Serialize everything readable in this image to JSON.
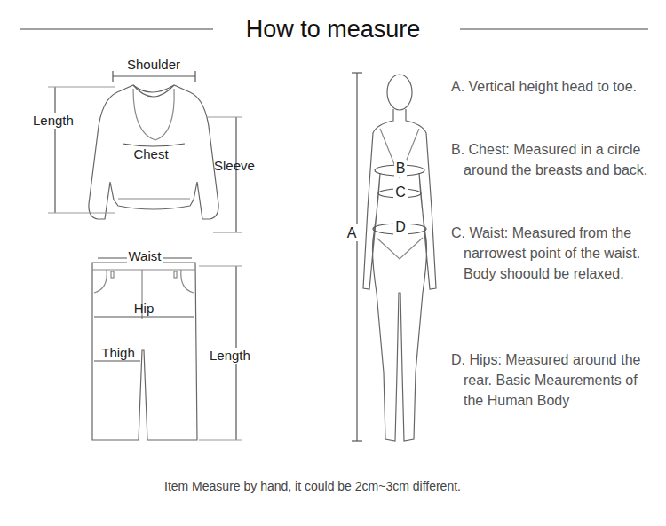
{
  "diagram": {
    "title": "How to measure",
    "caption": "Item Measure by hand, it could be 2cm~3cm different.",
    "labels": [
      "Shoulder",
      "Length",
      "Chest",
      "Sleeve",
      "Waist",
      "Hip",
      "Thigh",
      "Length",
      "A",
      "B",
      "C",
      "D",
      "A. Vertical height head to toe.",
      "B. Chest: Measured in a circle around the breasts and back.",
      "C. Waist: Measured from the narrowest point of the waist. Body shoould be relaxed.",
      "D. Hips: Measured around the rear. Basic Meaurements of the Human Body"
    ]
  }
}
